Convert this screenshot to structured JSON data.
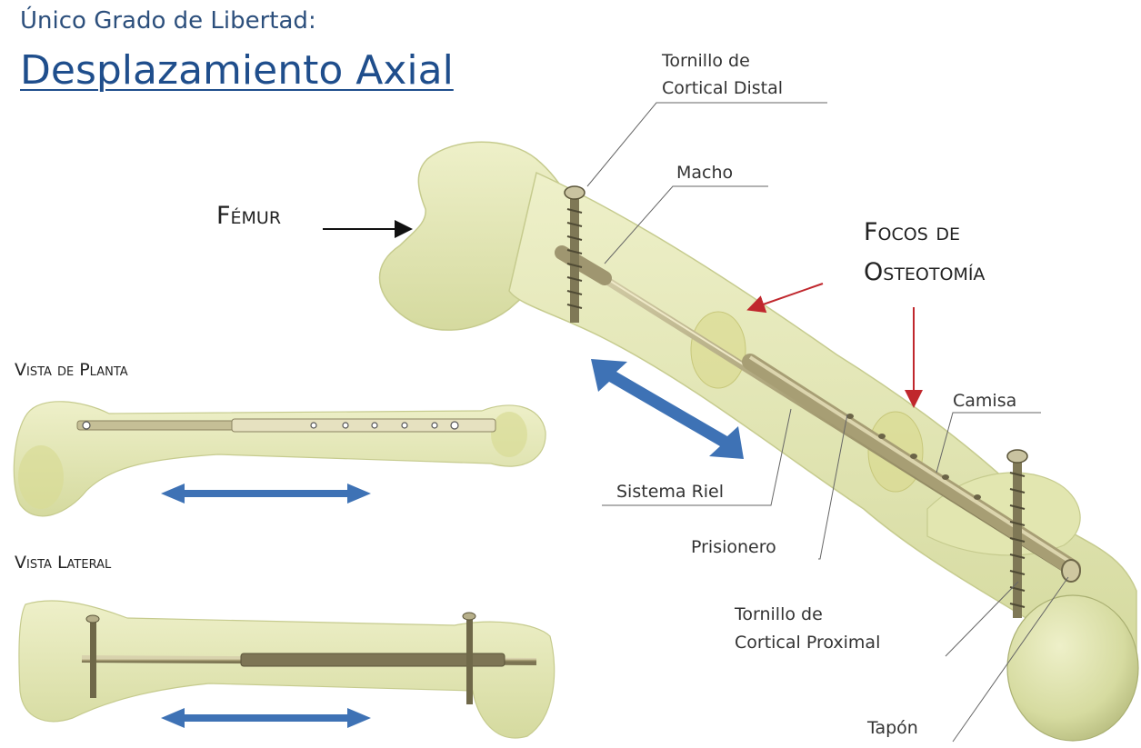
{
  "header": {
    "subtitle": "Único Grado de Libertad:",
    "title": "Desplazamiento Axial"
  },
  "labels": {
    "femur": "Fémur",
    "focos_line1": "Focos de",
    "focos_line2": "Osteotomía",
    "vista_planta": "Vista de Planta",
    "vista_lateral": "Vista Lateral"
  },
  "parts": {
    "tornillo_distal_line1": "Tornillo de",
    "tornillo_distal_line2": "Cortical Distal",
    "macho": "Macho",
    "camisa": "Camisa",
    "sistema_riel": "Sistema Riel",
    "prisionero": "Prisionero",
    "tornillo_proximal_line1": "Tornillo de",
    "tornillo_proximal_line2": "Cortical Proximal",
    "tapon": "Tapón"
  },
  "colors": {
    "bone": "#e8ebbc",
    "bone_shadow": "#c9cf93",
    "osteotomy": "#d9d98a",
    "arrow_blue": "#3e72b5",
    "arrow_red": "#c0272d",
    "title_blue": "#1f4e8c",
    "rod": "#b8b089"
  }
}
